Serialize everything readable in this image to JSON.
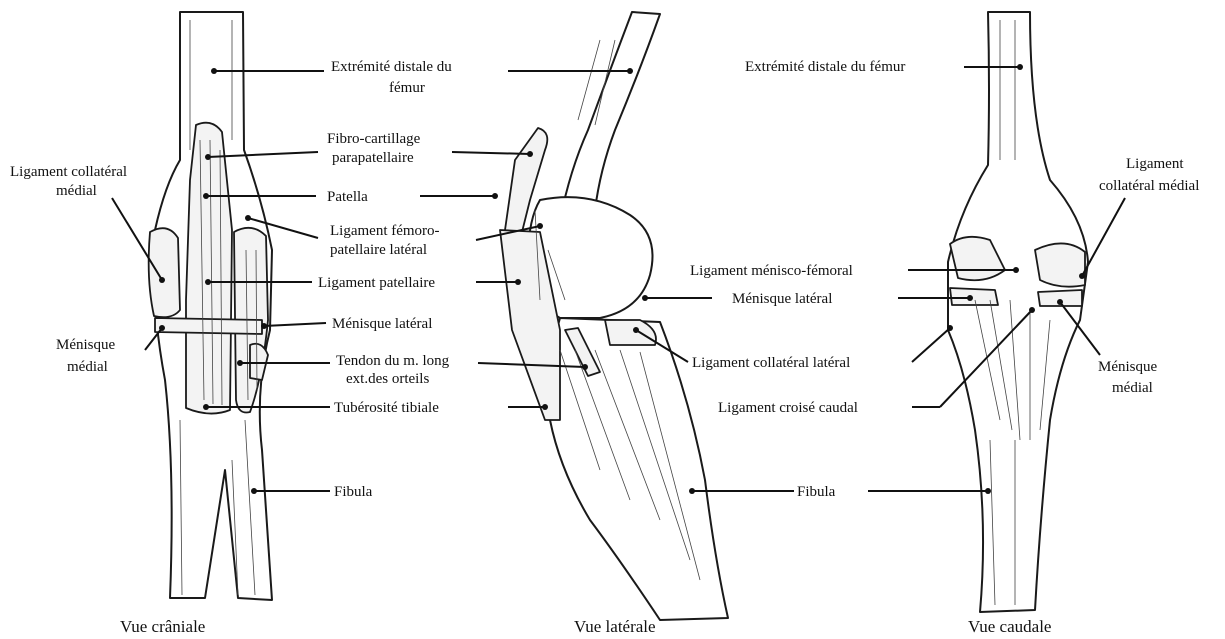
{
  "captions": {
    "cranial": "Vue  crâniale",
    "lateral": "Vue latérale",
    "caudal": "Vue caudale"
  },
  "labels": {
    "femur_distal_1": "Extrémité distale du",
    "femur_distal_2": "fémur",
    "fibro_1": "Fibro-cartillage",
    "fibro_2": "parapatellaire",
    "patella": "Patella",
    "lfp_1": "Ligament fémoro-",
    "lfp_2": "patellaire latéral",
    "lig_patellaire": "Ligament patellaire",
    "menisque_lat": "Ménisque latéral",
    "tendon_1": "Tendon du m. long",
    "tendon_2": "ext.des orteils",
    "tuberosite": "Tubérosité tibiale",
    "fibula": "Fibula",
    "lcm_left_1": "Ligament collatéral",
    "lcm_left_2": "médial",
    "menisque_med_left_1": "Ménisque",
    "menisque_med_left_2": "médial",
    "femur_caudal": "Extrémité distale du fémur",
    "lcm_right_1": "Ligament",
    "lcm_right_2": "collatéral médial",
    "lig_menisco": "Ligament ménisco-fémoral",
    "menisque_lat_caudal": "Ménisque latéral",
    "lig_coll_lat": "Ligament collatéral latéral",
    "lig_croise": "Ligament croisé caudal",
    "menisque_med_right_1": "Ménisque",
    "menisque_med_right_2": "médial",
    "fibula_caudal": "Fibula"
  }
}
